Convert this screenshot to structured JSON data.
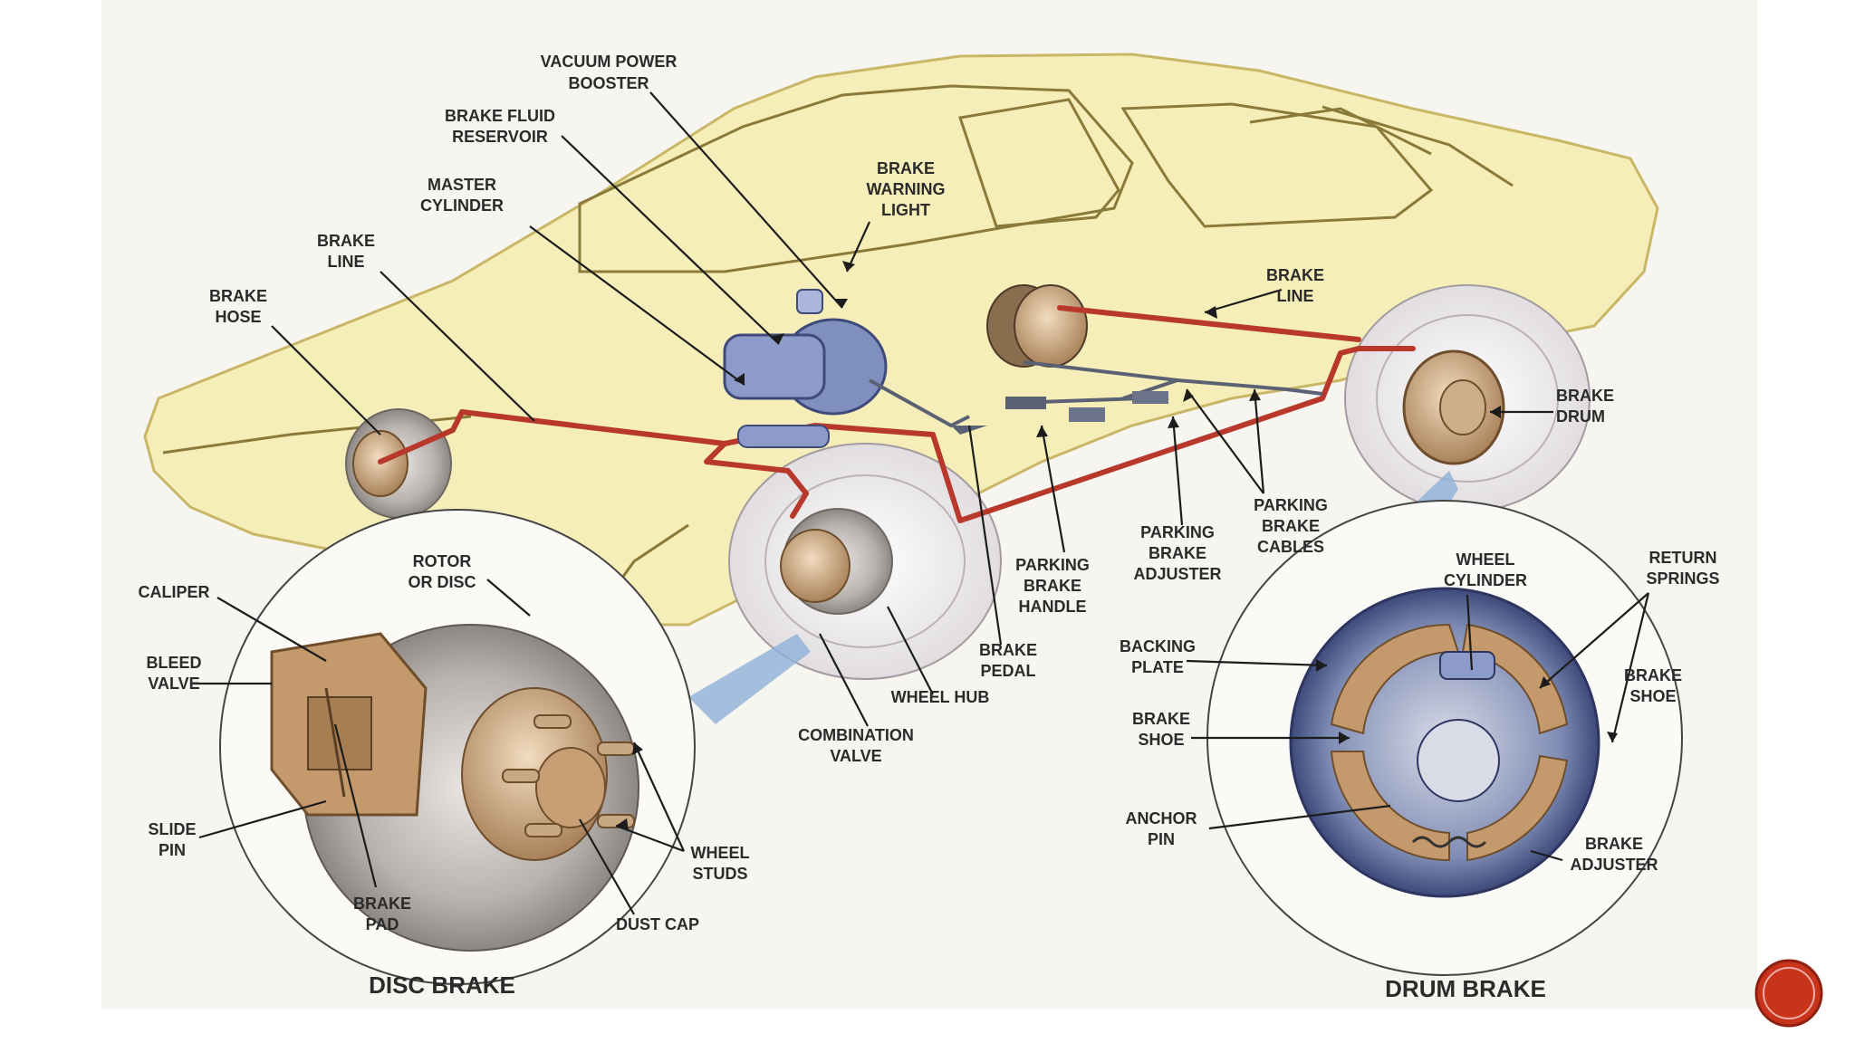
{
  "labels": {
    "vacuum_power_booster": [
      "VACUUM POWER",
      "BOOSTER"
    ],
    "brake_fluid_reservoir": [
      "BRAKE FLUID",
      "RESERVOIR"
    ],
    "master_cylinder": [
      "MASTER",
      "CYLINDER"
    ],
    "brake_warning_light": [
      "BRAKE",
      "WARNING",
      "LIGHT"
    ],
    "brake_line_front": [
      "BRAKE",
      "LINE"
    ],
    "brake_hose": [
      "BRAKE",
      "HOSE"
    ],
    "brake_line_rear": [
      "BRAKE",
      "LINE"
    ],
    "brake_drum": [
      "BRAKE",
      "DRUM"
    ],
    "parking_brake_cables": [
      "PARKING",
      "BRAKE",
      "CABLES"
    ],
    "parking_brake_adjuster": [
      "PARKING",
      "BRAKE",
      "ADJUSTER"
    ],
    "parking_brake_handle": [
      "PARKING",
      "BRAKE",
      "HANDLE"
    ],
    "brake_pedal": [
      "BRAKE",
      "PEDAL"
    ],
    "wheel_hub": [
      "WHEEL HUB"
    ],
    "combination_valve": [
      "COMBINATION",
      "VALVE"
    ],
    "rotor_or_disc": [
      "ROTOR",
      "OR DISC"
    ],
    "caliper": [
      "CALIPER"
    ],
    "bleed_valve": [
      "BLEED",
      "VALVE"
    ],
    "slide_pin": [
      "SLIDE",
      "PIN"
    ],
    "brake_pad": [
      "BRAKE",
      "PAD"
    ],
    "dust_cap": [
      "DUST CAP"
    ],
    "wheel_studs": [
      "WHEEL",
      "STUDS"
    ],
    "wheel_cylinder": [
      "WHEEL",
      "CYLINDER"
    ],
    "return_springs": [
      "RETURN",
      "SPRINGS"
    ],
    "backing_plate": [
      "BACKING",
      "PLATE"
    ],
    "brake_shoe_left": [
      "BRAKE",
      "SHOE"
    ],
    "brake_shoe_right": [
      "BRAKE",
      "SHOE"
    ],
    "anchor_pin": [
      "ANCHOR",
      "PIN"
    ],
    "brake_adjuster": [
      "BRAKE",
      "ADJUSTER"
    ]
  },
  "titles": {
    "disc_brake": "DISC BRAKE",
    "drum_brake": "DRUM BRAKE"
  },
  "colors": {
    "car_body": "#f6eeb8",
    "brake_line": "#b8392b",
    "rotor": "#b7b2b0",
    "hub": "#d8b48c",
    "fluid_highlight": "#8fb0d9",
    "slide_badge": "#c8331c"
  }
}
